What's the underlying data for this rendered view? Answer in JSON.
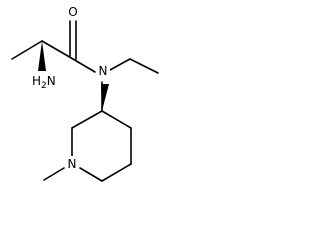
{
  "molecule": {
    "atoms": {
      "carbonyl_oxygen": "O",
      "amide_nitrogen": "N",
      "ring_nitrogen": "N",
      "amine": {
        "symbol": "H",
        "subscript": "2",
        "element": "N"
      }
    },
    "colors": {
      "bond": "#000000",
      "label": "#000000",
      "background": "#ffffff"
    }
  }
}
